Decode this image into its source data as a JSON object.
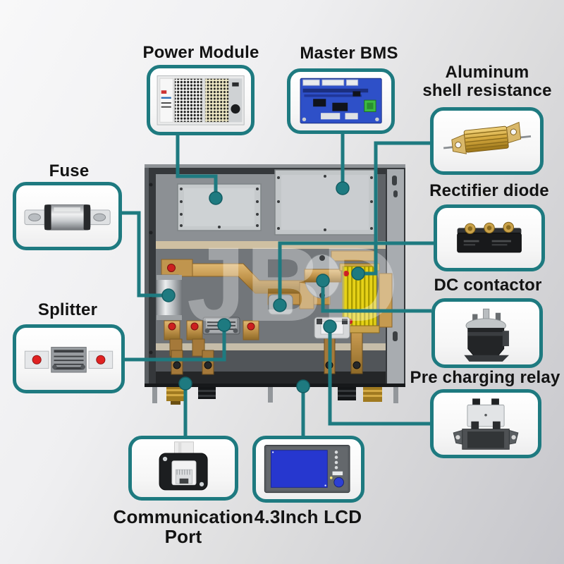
{
  "watermark": {
    "text": "JBD"
  },
  "colors": {
    "accent_teal": "#1E7A80",
    "label_color": "#131313",
    "background_top": "#F8F8F9",
    "background_bottom": "#C6C6CB",
    "copper": "#C0934A",
    "resistor_yellow": "#E6D218",
    "pcb_blue": "#2E50C8"
  },
  "callouts": {
    "power_module": {
      "label": "Power Module"
    },
    "master_bms": {
      "label": "Master BMS"
    },
    "aluminum_shell_resistance": {
      "label_line1": "Aluminum",
      "label_line2": "shell resistance"
    },
    "rectifier_diode": {
      "label": "Rectifier diode"
    },
    "dc_contactor": {
      "label": "DC contactor"
    },
    "pre_charging_relay": {
      "label": "Pre charging relay"
    },
    "fuse": {
      "label": "Fuse"
    },
    "splitter": {
      "label": "Splitter"
    },
    "communication_port": {
      "label_line1": "Communication",
      "label_line2": "Port"
    },
    "lcd": {
      "label": "4.3Inch LCD"
    }
  }
}
